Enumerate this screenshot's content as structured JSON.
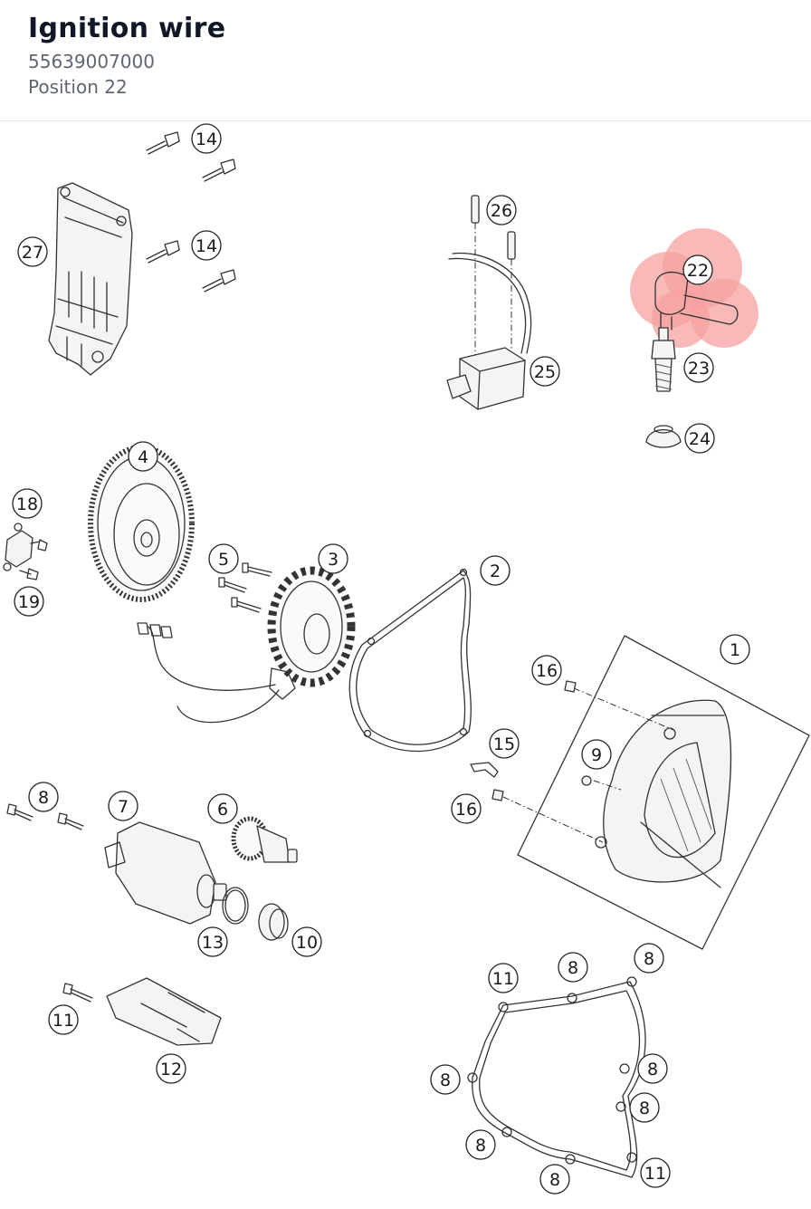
{
  "header": {
    "title": "Ignition wire",
    "part_number": "55639007000",
    "position_label": "Position 22"
  },
  "highlight": {
    "position": "22",
    "color": "#f7a1a1"
  },
  "callouts": [
    {
      "id": "c14a",
      "label": "14"
    },
    {
      "id": "c14b",
      "label": "14"
    },
    {
      "id": "c27",
      "label": "27"
    },
    {
      "id": "c26",
      "label": "26"
    },
    {
      "id": "c25",
      "label": "25"
    },
    {
      "id": "c22",
      "label": "22"
    },
    {
      "id": "c23",
      "label": "23"
    },
    {
      "id": "c24",
      "label": "24"
    },
    {
      "id": "c4",
      "label": "4"
    },
    {
      "id": "c18",
      "label": "18"
    },
    {
      "id": "c19",
      "label": "19"
    },
    {
      "id": "c5",
      "label": "5"
    },
    {
      "id": "c3",
      "label": "3"
    },
    {
      "id": "c2",
      "label": "2"
    },
    {
      "id": "c1",
      "label": "1"
    },
    {
      "id": "c16a",
      "label": "16"
    },
    {
      "id": "c9",
      "label": "9"
    },
    {
      "id": "c15",
      "label": "15"
    },
    {
      "id": "c16b",
      "label": "16"
    },
    {
      "id": "c8a",
      "label": "8"
    },
    {
      "id": "c7",
      "label": "7"
    },
    {
      "id": "c6",
      "label": "6"
    },
    {
      "id": "c13",
      "label": "13"
    },
    {
      "id": "c10",
      "label": "10"
    },
    {
      "id": "c11a",
      "label": "11"
    },
    {
      "id": "c12",
      "label": "12"
    },
    {
      "id": "c11b",
      "label": "11"
    },
    {
      "id": "c8b",
      "label": "8"
    },
    {
      "id": "c8c",
      "label": "8"
    },
    {
      "id": "c8d",
      "label": "8"
    },
    {
      "id": "c8e",
      "label": "8"
    },
    {
      "id": "c8f",
      "label": "8"
    },
    {
      "id": "c8g",
      "label": "8"
    },
    {
      "id": "c8h",
      "label": "8"
    },
    {
      "id": "c11c",
      "label": "11"
    }
  ]
}
